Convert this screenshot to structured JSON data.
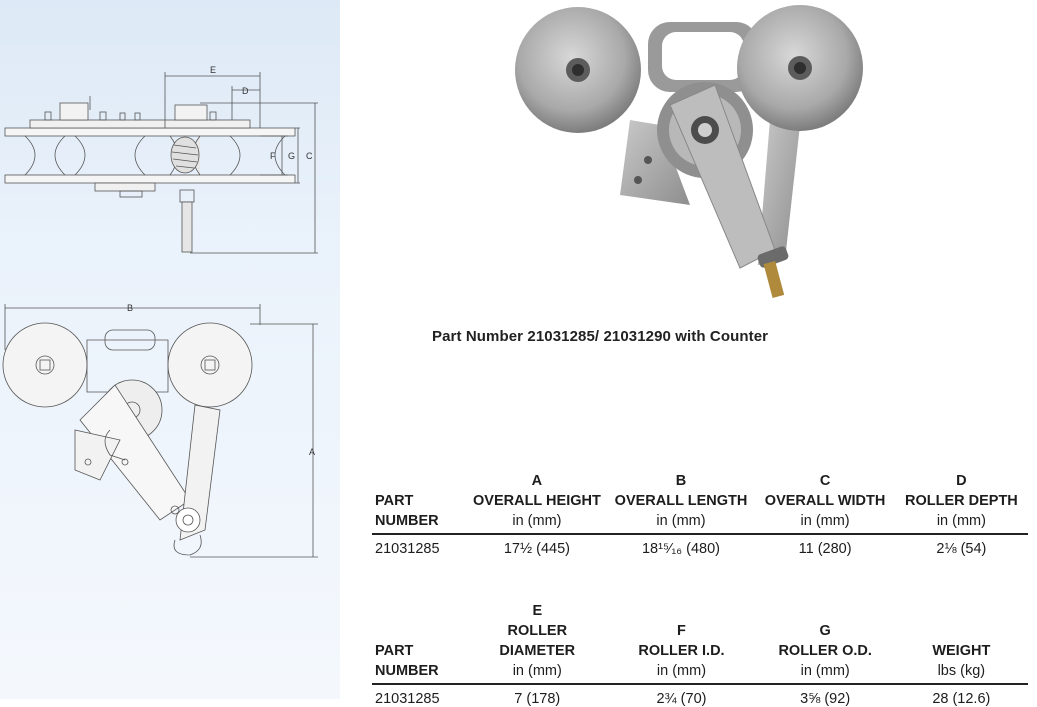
{
  "drawing_labels": {
    "e": "E",
    "d": "D",
    "f": "F",
    "g": "G",
    "c": "C",
    "b": "B",
    "a": "A"
  },
  "caption": "Part Number 21031285/ 21031290 with Counter",
  "table1": {
    "part_header": [
      "PART",
      "NUMBER"
    ],
    "columns": [
      {
        "letter": "A",
        "name": "OVERALL HEIGHT",
        "unit": "in (mm)"
      },
      {
        "letter": "B",
        "name": "OVERALL LENGTH",
        "unit": "in (mm)"
      },
      {
        "letter": "C",
        "name": "OVERALL WIDTH",
        "unit": "in (mm)"
      },
      {
        "letter": "D",
        "name": "ROLLER DEPTH",
        "unit": "in (mm)"
      }
    ],
    "row": {
      "part": "21031285",
      "values": [
        "17½ (445)",
        "18¹⁵⁄₁₆ (480)",
        "11 (280)",
        "2⅛ (54)"
      ]
    }
  },
  "table2": {
    "part_header": [
      "PART",
      "NUMBER"
    ],
    "columns": [
      {
        "letter": "E",
        "name": "ROLLER DIAMETER",
        "unit": "in (mm)"
      },
      {
        "letter": "F",
        "name": "ROLLER I.D.",
        "unit": "in (mm)"
      },
      {
        "letter": "G",
        "name": "ROLLER O.D.",
        "unit": "in (mm)"
      },
      {
        "letter": "",
        "name": "WEIGHT",
        "unit": "lbs (kg)"
      }
    ],
    "row": {
      "part": "21031285",
      "values": [
        "7 (178)",
        "2¾ (70)",
        "3⅝ (92)",
        "28 (12.6)"
      ]
    }
  }
}
